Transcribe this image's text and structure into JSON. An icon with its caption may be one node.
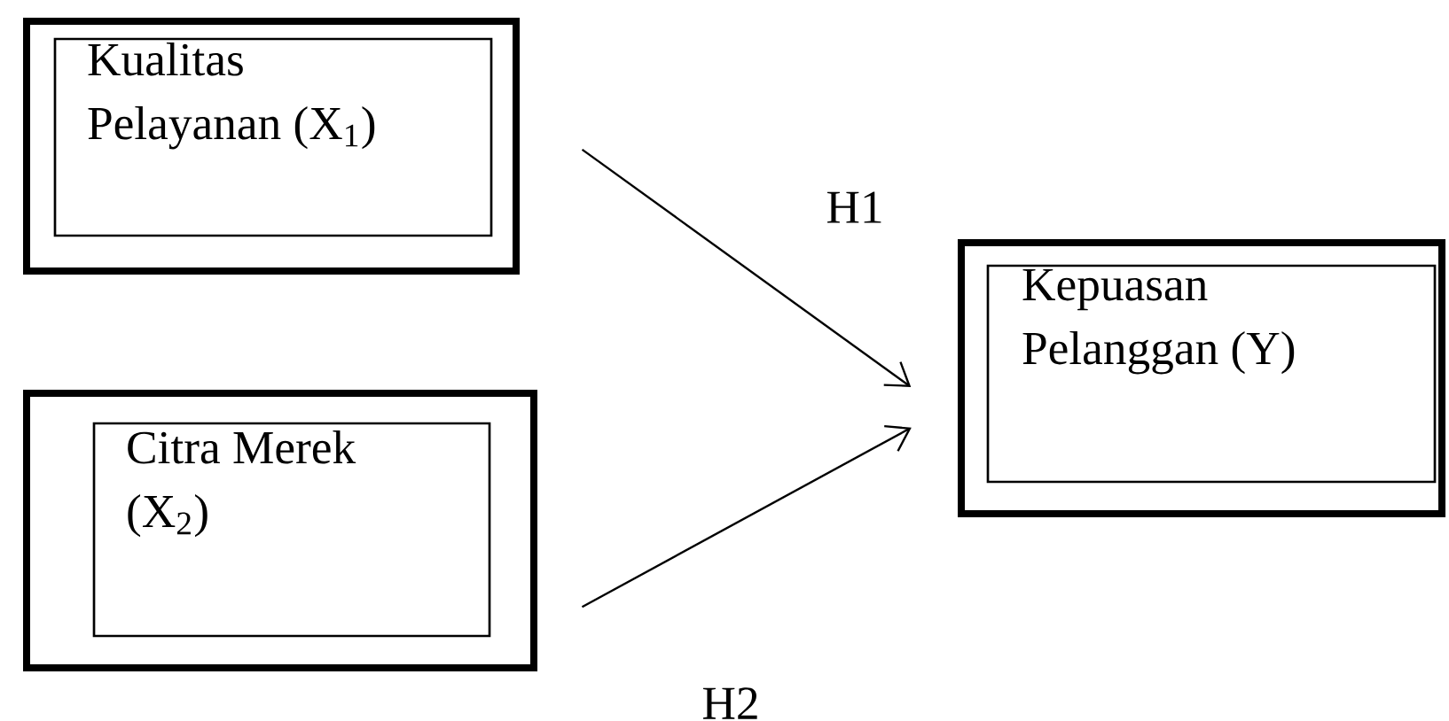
{
  "diagram": {
    "nodes": [
      {
        "text": [],
        "shape": "box"
      },
      {
        "text": [
          "Kualitas Pelayanan (X$_{1}$)"
        ],
        "in": 0
      },
      {
        "text": [],
        "shape": "box"
      },
      {
        "text": [
          "Citra Merek (X$_{2}$)"
        ],
        "in": 2
      },
      {
        "text": [],
        "shape": "box"
      },
      {
        "text": [
          "Kepuasan Pelanggan (Y)"
        ],
        "in": 4
      }
    ],
    "edges": [
      {
        "from": 0,
        "to": 4,
        "arrow": "to"
      },
      {
        "from": 2,
        "to": 4,
        "arrow": "to"
      }
    ],
    "labels": [
      "H1",
      "H2"
    ]
  }
}
